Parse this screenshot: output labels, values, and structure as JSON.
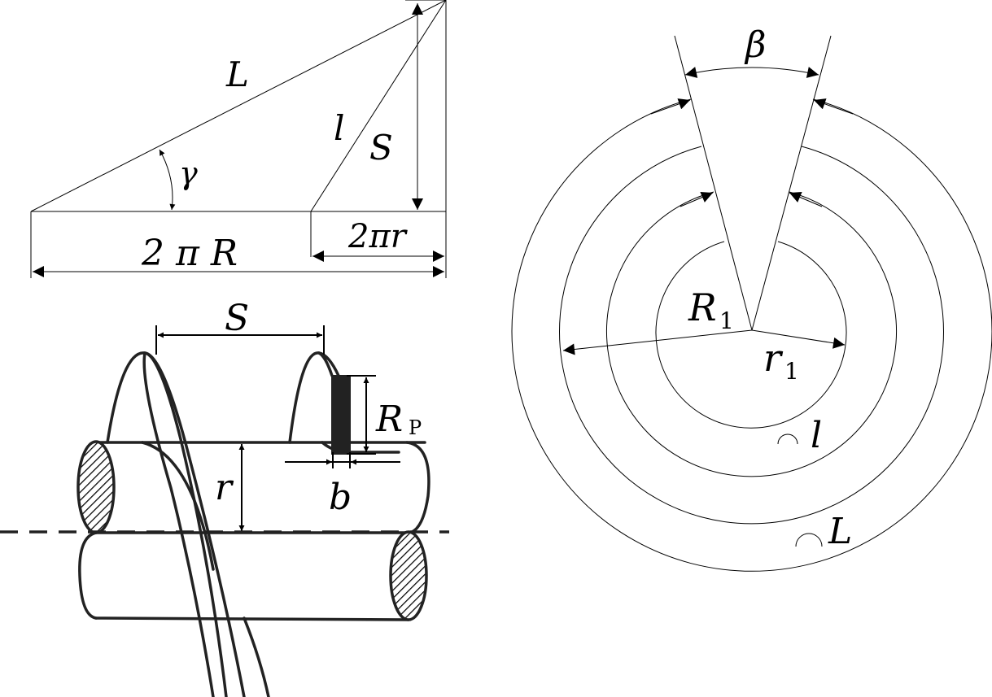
{
  "labels": {
    "L": "L",
    "gamma": "γ",
    "l": "l",
    "S_top": "S",
    "two_pi_R": "2 π R",
    "two_pi_r": "2πr",
    "S_bottom": "S",
    "R_p": "R",
    "R_p_sub": "P",
    "r": "r",
    "b": "b",
    "beta": "β",
    "R1": "R",
    "R1_sub": "1",
    "r1": "r",
    "r1_sub": "1",
    "arc_l": "l",
    "arc_L": "L"
  }
}
